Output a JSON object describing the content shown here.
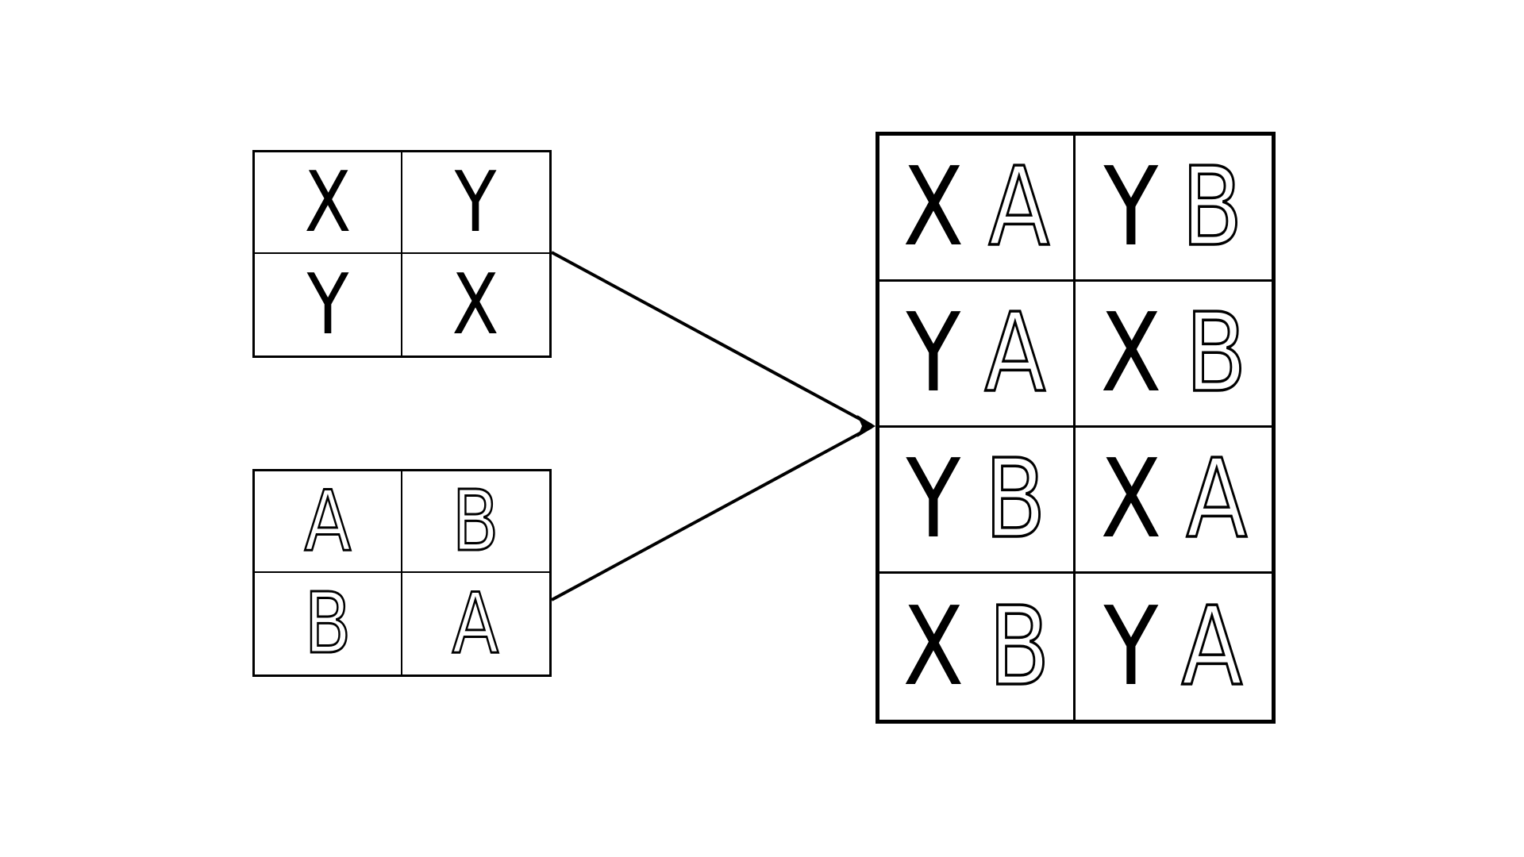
{
  "figure": {
    "background_color": "#ffffff",
    "line_color": "#000000",
    "parent_table_xy": {
      "letter_style": "solid",
      "rows": [
        [
          "X",
          "Y"
        ],
        [
          "Y",
          "X"
        ]
      ]
    },
    "parent_table_ab": {
      "letter_style": "outline",
      "rows": [
        [
          "A",
          "B"
        ],
        [
          "B",
          "A"
        ]
      ]
    },
    "combination_table": {
      "first_letter_style": "solid",
      "second_letter_style": "outline",
      "rows": [
        [
          {
            "first": "X",
            "second": "A"
          },
          {
            "first": "Y",
            "second": "B"
          }
        ],
        [
          {
            "first": "Y",
            "second": "A"
          },
          {
            "first": "X",
            "second": "B"
          }
        ],
        [
          {
            "first": "Y",
            "second": "B"
          },
          {
            "first": "X",
            "second": "A"
          }
        ],
        [
          {
            "first": "X",
            "second": "B"
          },
          {
            "first": "Y",
            "second": "A"
          }
        ]
      ]
    },
    "arrows": [
      {
        "from": "parent-table-xy",
        "to": "combination-table"
      },
      {
        "from": "parent-table-ab",
        "to": "combination-table"
      }
    ]
  }
}
